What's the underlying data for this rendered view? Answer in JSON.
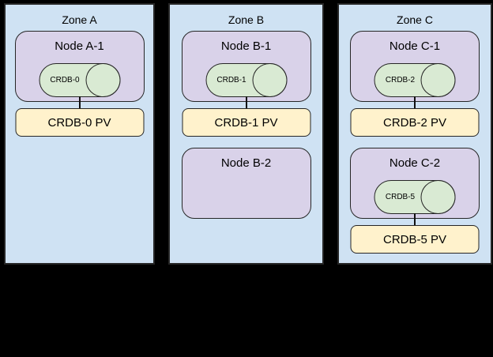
{
  "colors": {
    "canvas_bg": "#000000",
    "zone_fill": "#cfe2f3",
    "node_fill": "#d9d2e9",
    "cylinder_fill": "#d9ead3",
    "pv_fill": "#fff2cc",
    "border": "#262626"
  },
  "zones": [
    {
      "label": "Zone A",
      "nodes": [
        {
          "label": "Node A-1",
          "cylinder": "CRDB-0",
          "pv": "CRDB-0 PV"
        }
      ]
    },
    {
      "label": "Zone B",
      "nodes": [
        {
          "label": "Node B-1",
          "cylinder": "CRDB-1",
          "pv": "CRDB-1 PV"
        },
        {
          "label": "Node B-2"
        }
      ]
    },
    {
      "label": "Zone C",
      "nodes": [
        {
          "label": "Node C-1",
          "cylinder": "CRDB-2",
          "pv": "CRDB-2 PV"
        },
        {
          "label": "Node C-2",
          "cylinder": "CRDB-5",
          "pv": "CRDB-5 PV"
        }
      ]
    }
  ]
}
